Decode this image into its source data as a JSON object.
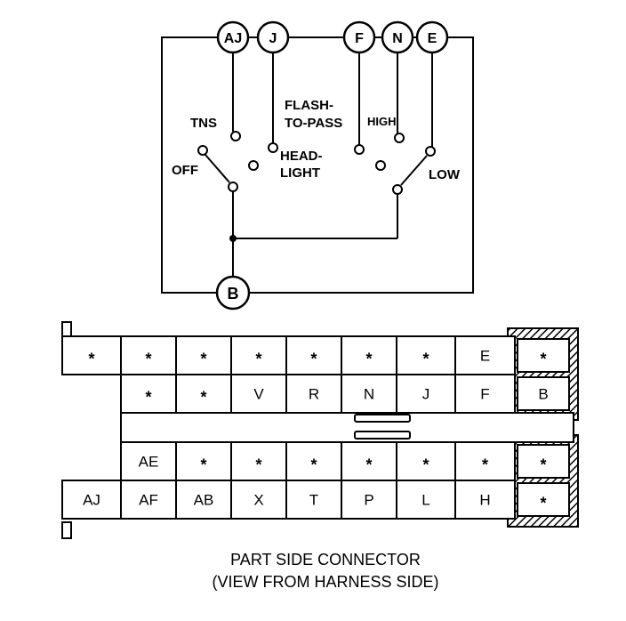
{
  "schematic": {
    "terminals": {
      "aj": "AJ",
      "j": "J",
      "f": "F",
      "n": "N",
      "e": "E",
      "b": "B"
    },
    "labels": {
      "tns": "TNS",
      "off": "OFF",
      "head1": "HEAD-",
      "head2": "LIGHT",
      "flash1": "FLASH-",
      "flash2": "TO-PASS",
      "high": "HIGH",
      "low": "LOW"
    }
  },
  "connector": {
    "row1": [
      "*",
      "*",
      "*",
      "*",
      "*",
      "*",
      "*",
      "E",
      "*"
    ],
    "row2": [
      "*",
      "*",
      "V",
      "R",
      "N",
      "J",
      "F",
      "B"
    ],
    "row3": [
      "AE",
      "*",
      "*",
      "*",
      "*",
      "*",
      "*",
      "*"
    ],
    "row4": [
      "AJ",
      "AF",
      "AB",
      "X",
      "T",
      "P",
      "L",
      "H",
      "*"
    ]
  },
  "caption": {
    "line1": "PART SIDE CONNECTOR",
    "line2": "(VIEW FROM HARNESS SIDE)"
  }
}
